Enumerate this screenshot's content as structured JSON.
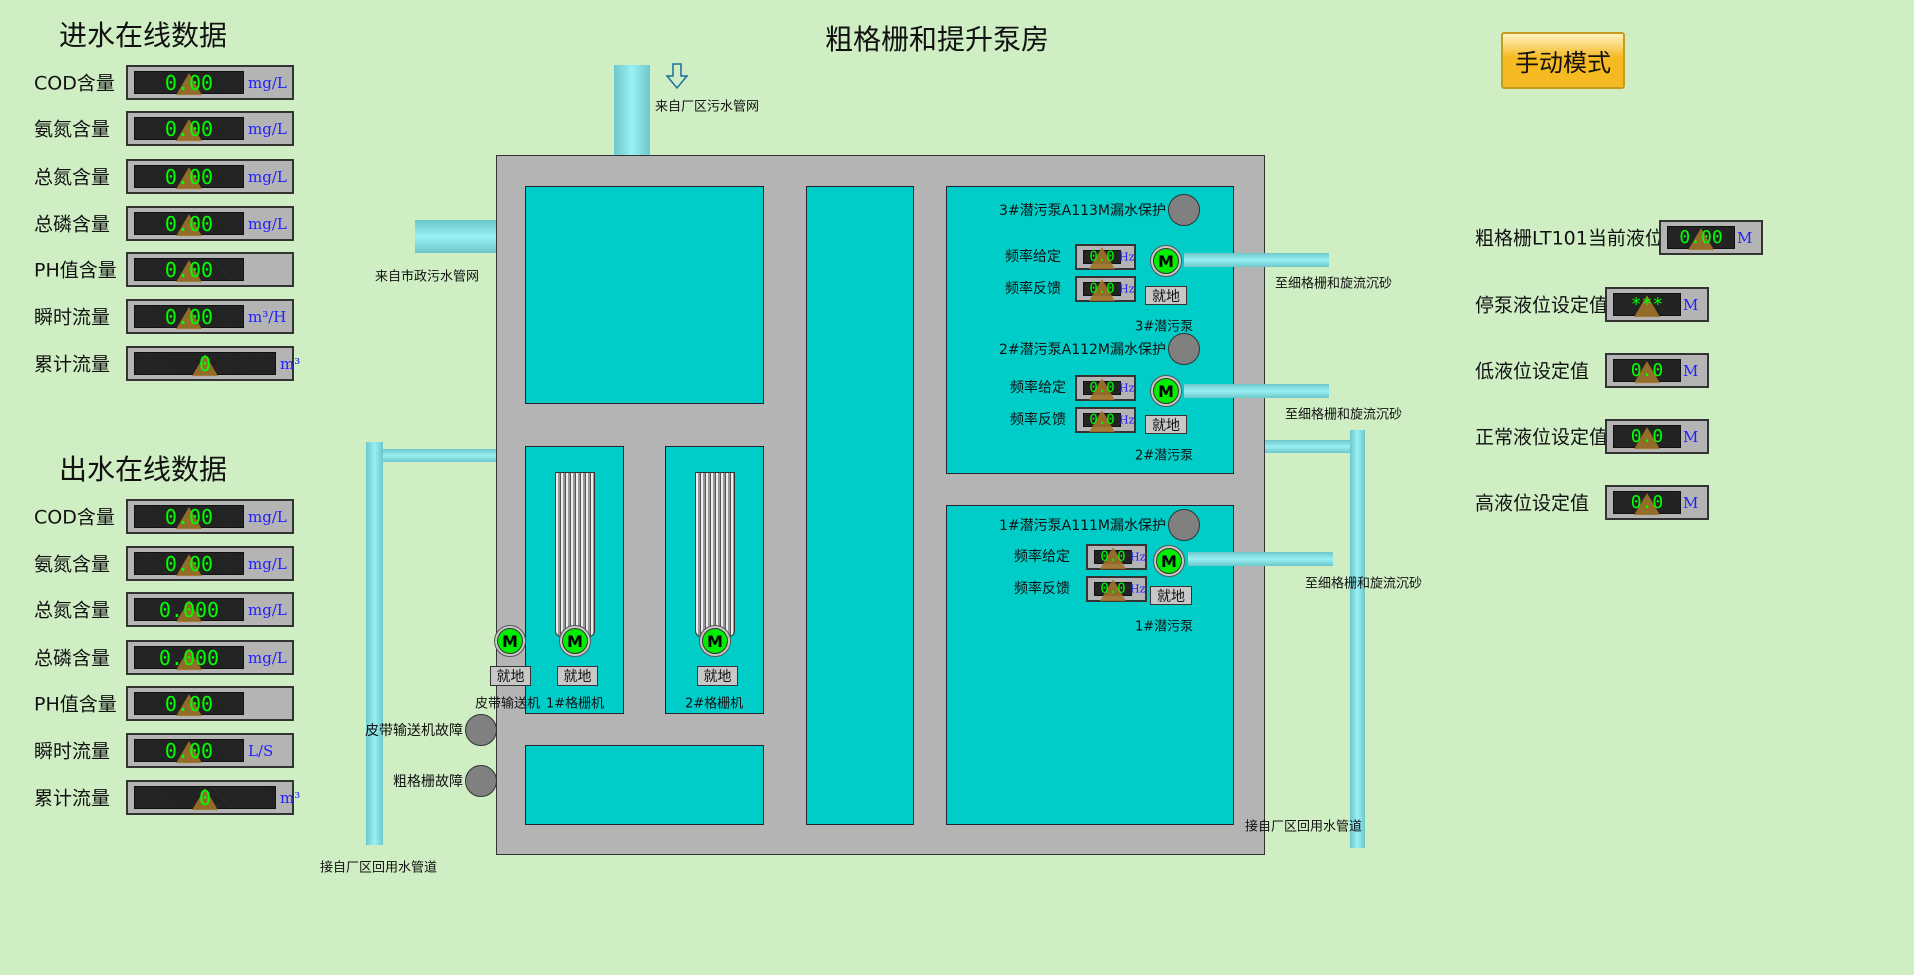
{
  "header": {
    "title": "粗格栅和提升泵房",
    "mode_button": "手动模式"
  },
  "inlet": {
    "title": "进水在线数据",
    "rows": [
      {
        "label": "COD含量",
        "value": "0.00",
        "unit": "mg/L"
      },
      {
        "label": "氨氮含量",
        "value": "0.00",
        "unit": "mg/L"
      },
      {
        "label": "总氮含量",
        "value": "0.00",
        "unit": "mg/L"
      },
      {
        "label": "总磷含量",
        "value": "0.00",
        "unit": "mg/L"
      },
      {
        "label": "PH值含量",
        "value": "0.00",
        "unit": ""
      },
      {
        "label": "瞬时流量",
        "value": "0.00",
        "unit": "m³/H"
      },
      {
        "label": "累计流量",
        "value": "0",
        "unit": "m³"
      }
    ]
  },
  "outlet": {
    "title": "出水在线数据",
    "rows": [
      {
        "label": "COD含量",
        "value": "0.00",
        "unit": "mg/L"
      },
      {
        "label": "氨氮含量",
        "value": "0.00",
        "unit": "mg/L"
      },
      {
        "label": "总氮含量",
        "value": "0.000",
        "unit": "mg/L"
      },
      {
        "label": "总磷含量",
        "value": "0.000",
        "unit": "mg/L"
      },
      {
        "label": "PH值含量",
        "value": "0.00",
        "unit": ""
      },
      {
        "label": "瞬时流量",
        "value": "0.00",
        "unit": "L/S"
      },
      {
        "label": "累计流量",
        "value": "0",
        "unit": "m³"
      }
    ]
  },
  "levels": [
    {
      "label": "粗格栅LT101当前液位",
      "value": "0.00",
      "unit": "M"
    },
    {
      "label": "停泵液位设定值",
      "value": "***",
      "unit": "M"
    },
    {
      "label": "低液位设定值",
      "value": "0.0",
      "unit": "M"
    },
    {
      "label": "正常液位设定值",
      "value": "0.0",
      "unit": "M"
    },
    {
      "label": "高液位设定值",
      "value": "0.0",
      "unit": "M"
    }
  ],
  "pipes": {
    "from_plant_sewer": "来自厂区污水管网",
    "from_city_sewer": "来自市政污水管网",
    "reuse_left": "接自厂区回用水管道",
    "reuse_right": "接自厂区回用水管道",
    "to_fine_grid": "至细格栅和旋流沉砂"
  },
  "pumps": [
    {
      "leak_label": "3#潜污泵A113M漏水保护",
      "freq_set_label": "频率给定",
      "freq_set": "0.0",
      "freq_fb_label": "频率反馈",
      "freq_fb": "0.0",
      "unit": "Hz",
      "local": "就地",
      "name": "3#潜污泵"
    },
    {
      "leak_label": "2#潜污泵A112M漏水保护",
      "freq_set_label": "频率给定",
      "freq_set": "0.0",
      "freq_fb_label": "频率反馈",
      "freq_fb": "0.0",
      "unit": "Hz",
      "local": "就地",
      "name": "2#潜污泵"
    },
    {
      "leak_label": "1#潜污泵A111M漏水保护",
      "freq_set_label": "频率给定",
      "freq_set": "0.0",
      "freq_fb_label": "频率反馈",
      "freq_fb": "0.0",
      "unit": "Hz",
      "local": "就地",
      "name": "1#潜污泵"
    }
  ],
  "grates": [
    {
      "name": "皮带输送机",
      "local": "就地"
    },
    {
      "name": "1#格栅机",
      "local": "就地"
    },
    {
      "name": "2#格栅机",
      "local": "就地"
    }
  ],
  "faults": [
    {
      "label": "皮带输送机故障"
    },
    {
      "label": "粗格栅故障"
    }
  ],
  "motor_letter": "M",
  "colors": {
    "background": "#cfeec4",
    "tank": "#00cdc8",
    "value": "#00ff00",
    "unit": "#2020ff",
    "lamp_off": "#808080",
    "motor_on": "#00ee00"
  }
}
